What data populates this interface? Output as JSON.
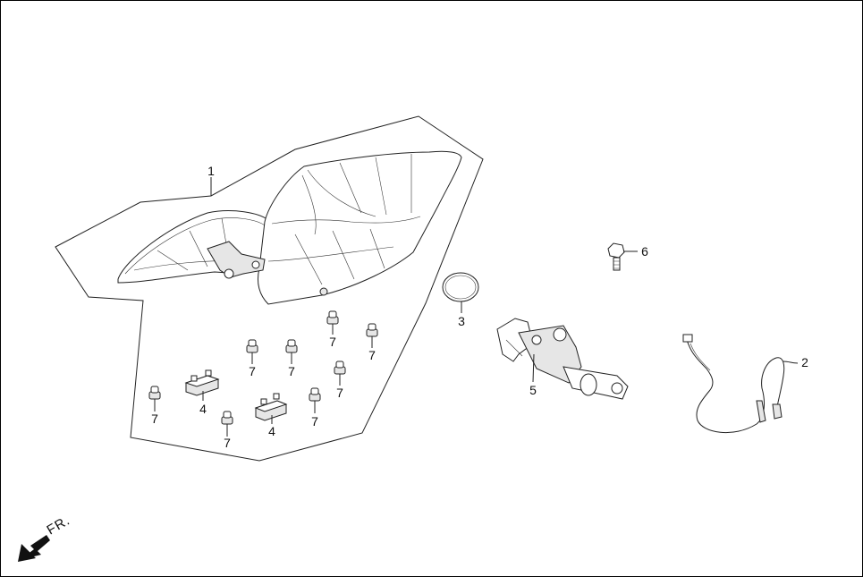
{
  "callouts": {
    "c1": "1",
    "c2": "2",
    "c3": "3",
    "c4a": "4",
    "c4b": "4",
    "c5": "5",
    "c6": "6",
    "c7a": "7",
    "c7b": "7",
    "c7c": "7",
    "c7d": "7",
    "c7e": "7",
    "c7f": "7",
    "c7g": "7",
    "c7h": "7"
  },
  "direction": {
    "label": "FR.",
    "icon": "front-direction-arrow-icon"
  }
}
